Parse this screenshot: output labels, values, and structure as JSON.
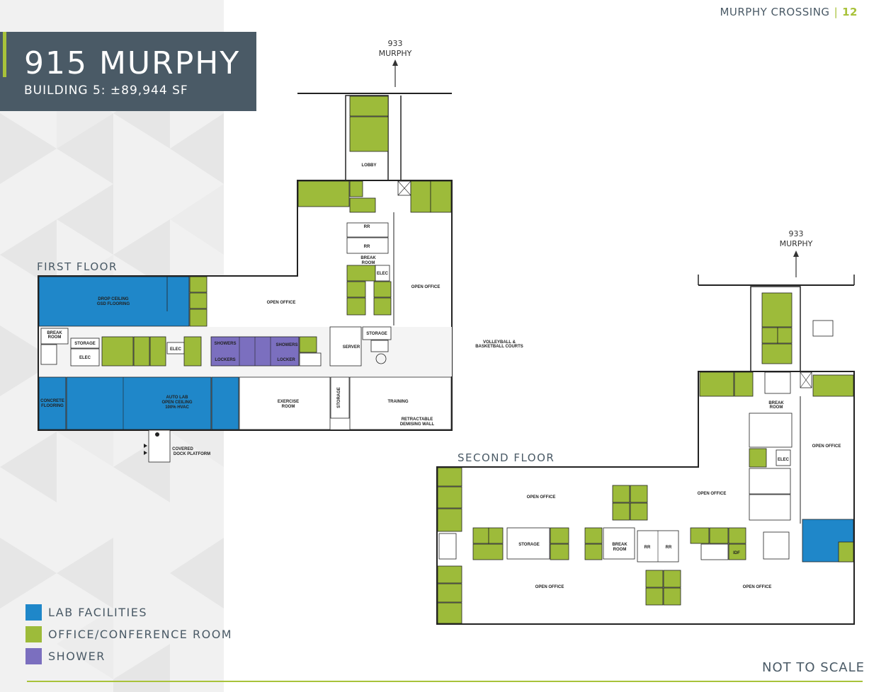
{
  "header": {
    "project": "MURPHY CROSSING",
    "page": "12"
  },
  "title": {
    "main": "915 MURPHY",
    "sub": "BUILDING 5: ±89,944 SF"
  },
  "colors": {
    "lab": "#1f87c9",
    "office": "#9dbb3a",
    "shower": "#7b6fbf",
    "panel": "#4a5a66",
    "accent": "#a8c23a"
  },
  "first_floor": {
    "label": "FIRST FLOOR",
    "arrow": {
      "line1": "933",
      "line2": "MURPHY"
    },
    "rooms": {
      "lobby": "LOBBY",
      "rr1": "RR",
      "rr2": "RR",
      "break_top_1": "BREAK",
      "break_top_2": "ROOM",
      "elec_top": "ELEC",
      "open_office_right": "OPEN OFFICE",
      "open_office_center": "OPEN OFFICE",
      "drop_ceiling_1": "DROP CEILING",
      "drop_ceiling_2": "GSD FLOORING",
      "break_left_1": "BREAK",
      "break_left_2": "ROOM",
      "storage_left": "STORAGE",
      "elec_left": "ELEC",
      "elec_mid": "ELEC",
      "showers_1": "SHOWERS",
      "showers_2": "SHOWERS",
      "lockers_1": "LOCKERS",
      "lockers_2": "LOCKER",
      "server": "SERVER",
      "storage_right": "STORAGE",
      "concrete_1": "CONCRETE",
      "concrete_2": "FLOORING",
      "auto_lab_1": "AUTO LAB",
      "auto_lab_2": "OPEN CEILING",
      "auto_lab_3": "100% HVAC",
      "exercise_1": "EXERCISE",
      "exercise_2": "ROOM",
      "storage_vertical": "STORAGE",
      "training": "TRAINING",
      "retract_1": "RETRACTABLE",
      "retract_2": "DEMISING WALL",
      "volleyball_1": "VOLLEYBALL &",
      "volleyball_2": "BASKETBALL COURTS",
      "dock_1": "COVERED",
      "dock_2": "DOCK PLATFORM"
    }
  },
  "second_floor": {
    "label": "SECOND FLOOR",
    "arrow": {
      "line1": "933",
      "line2": "MURPHY"
    },
    "rooms": {
      "break_top_1": "BREAK",
      "break_top_2": "ROOM",
      "elec": "ELEC",
      "open_office_right": "OPEN OFFICE",
      "open_office_mid": "OPEN OFFICE",
      "open_office_left": "OPEN OFFICE",
      "storage": "STORAGE",
      "break_mid_1": "BREAK",
      "break_mid_2": "ROOM",
      "rr_a": "RR",
      "rr_b": "RR",
      "idf": "IDF",
      "open_office_bl": "OPEN OFFICE",
      "open_office_br": "OPEN OFFICE"
    }
  },
  "legend": [
    {
      "label": "LAB FACILITIES",
      "color": "#1f87c9"
    },
    {
      "label": "OFFICE/CONFERENCE ROOM",
      "color": "#9dbb3a"
    },
    {
      "label": "SHOWER",
      "color": "#7b6fbf"
    }
  ],
  "footer": {
    "scale_note": "NOT TO SCALE"
  }
}
